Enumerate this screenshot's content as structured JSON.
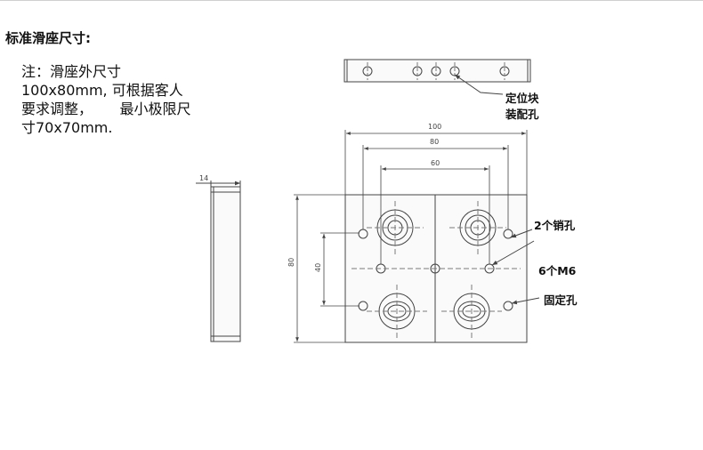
{
  "title": "标准滑座尺寸:",
  "note_lines": [
    "注：滑座外尺寸",
    "100x80mm, 可根据客人",
    "要求调整，      最小极限尺",
    "寸70x70mm."
  ],
  "callouts": {
    "locating_hole_line1": "定位块",
    "locating_hole_line2": "装配孔",
    "pin_holes": "2个销孔",
    "m6": "6个M6",
    "fixing_holes": "固定孔"
  },
  "dimensions": {
    "side_thickness": "14",
    "width_total": "100",
    "width_80": "80",
    "width_60": "60",
    "height_total": "80",
    "height_40": "40"
  },
  "colors": {
    "line": "#444444",
    "plate_fill": "#fafafa",
    "centerline": "#7a7a7a"
  }
}
